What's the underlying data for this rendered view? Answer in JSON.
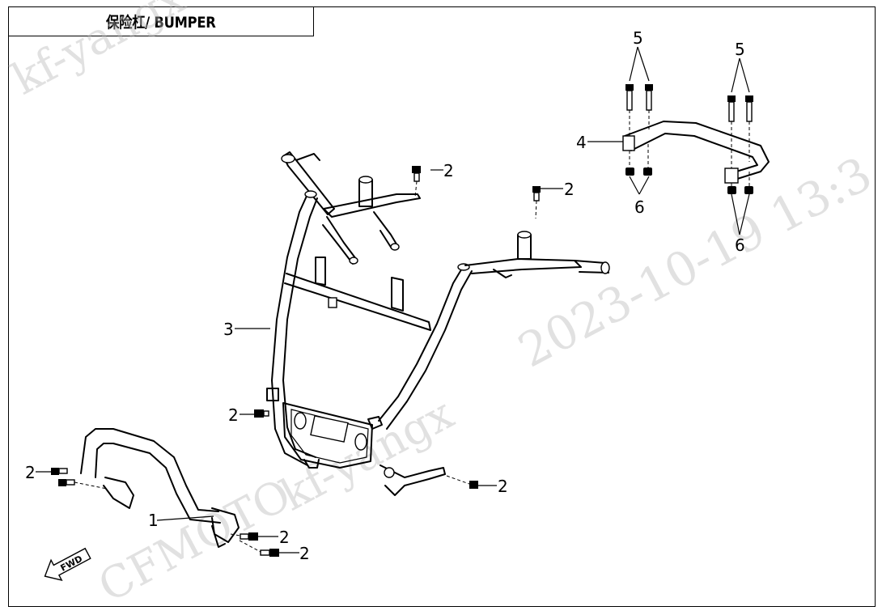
{
  "header": {
    "title": "保险杠/ BUMPER"
  },
  "callouts": {
    "part1": "1",
    "part2": "2",
    "part3": "3",
    "part4": "4",
    "part5": "5",
    "part6": "6"
  },
  "direction_marker": {
    "label": "FWD"
  },
  "watermark": {
    "user": "kf-yangx",
    "timestamp": "2023-10-19 13:3",
    "brand": "CFMOTO"
  }
}
